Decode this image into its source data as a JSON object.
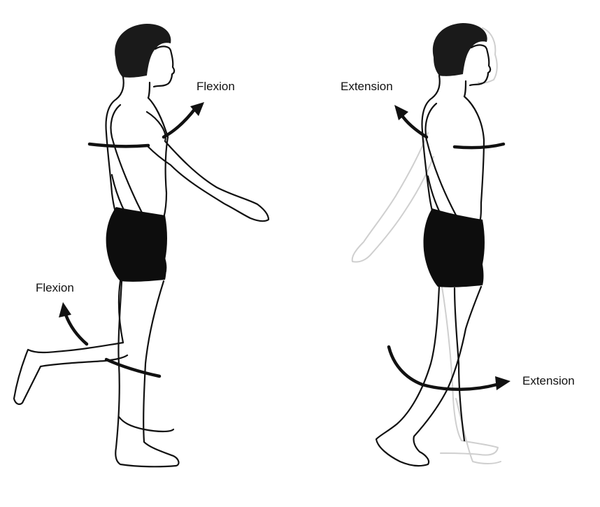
{
  "labels": {
    "shoulder_flexion": "Flexion",
    "shoulder_extension": "Extension",
    "knee_flexion": "Flexion",
    "hip_extension": "Extension"
  },
  "colors": {
    "outline": "#111111",
    "ghost_outline": "#cfcfcf",
    "shorts": "#0d0d0d",
    "background": "#ffffff"
  }
}
